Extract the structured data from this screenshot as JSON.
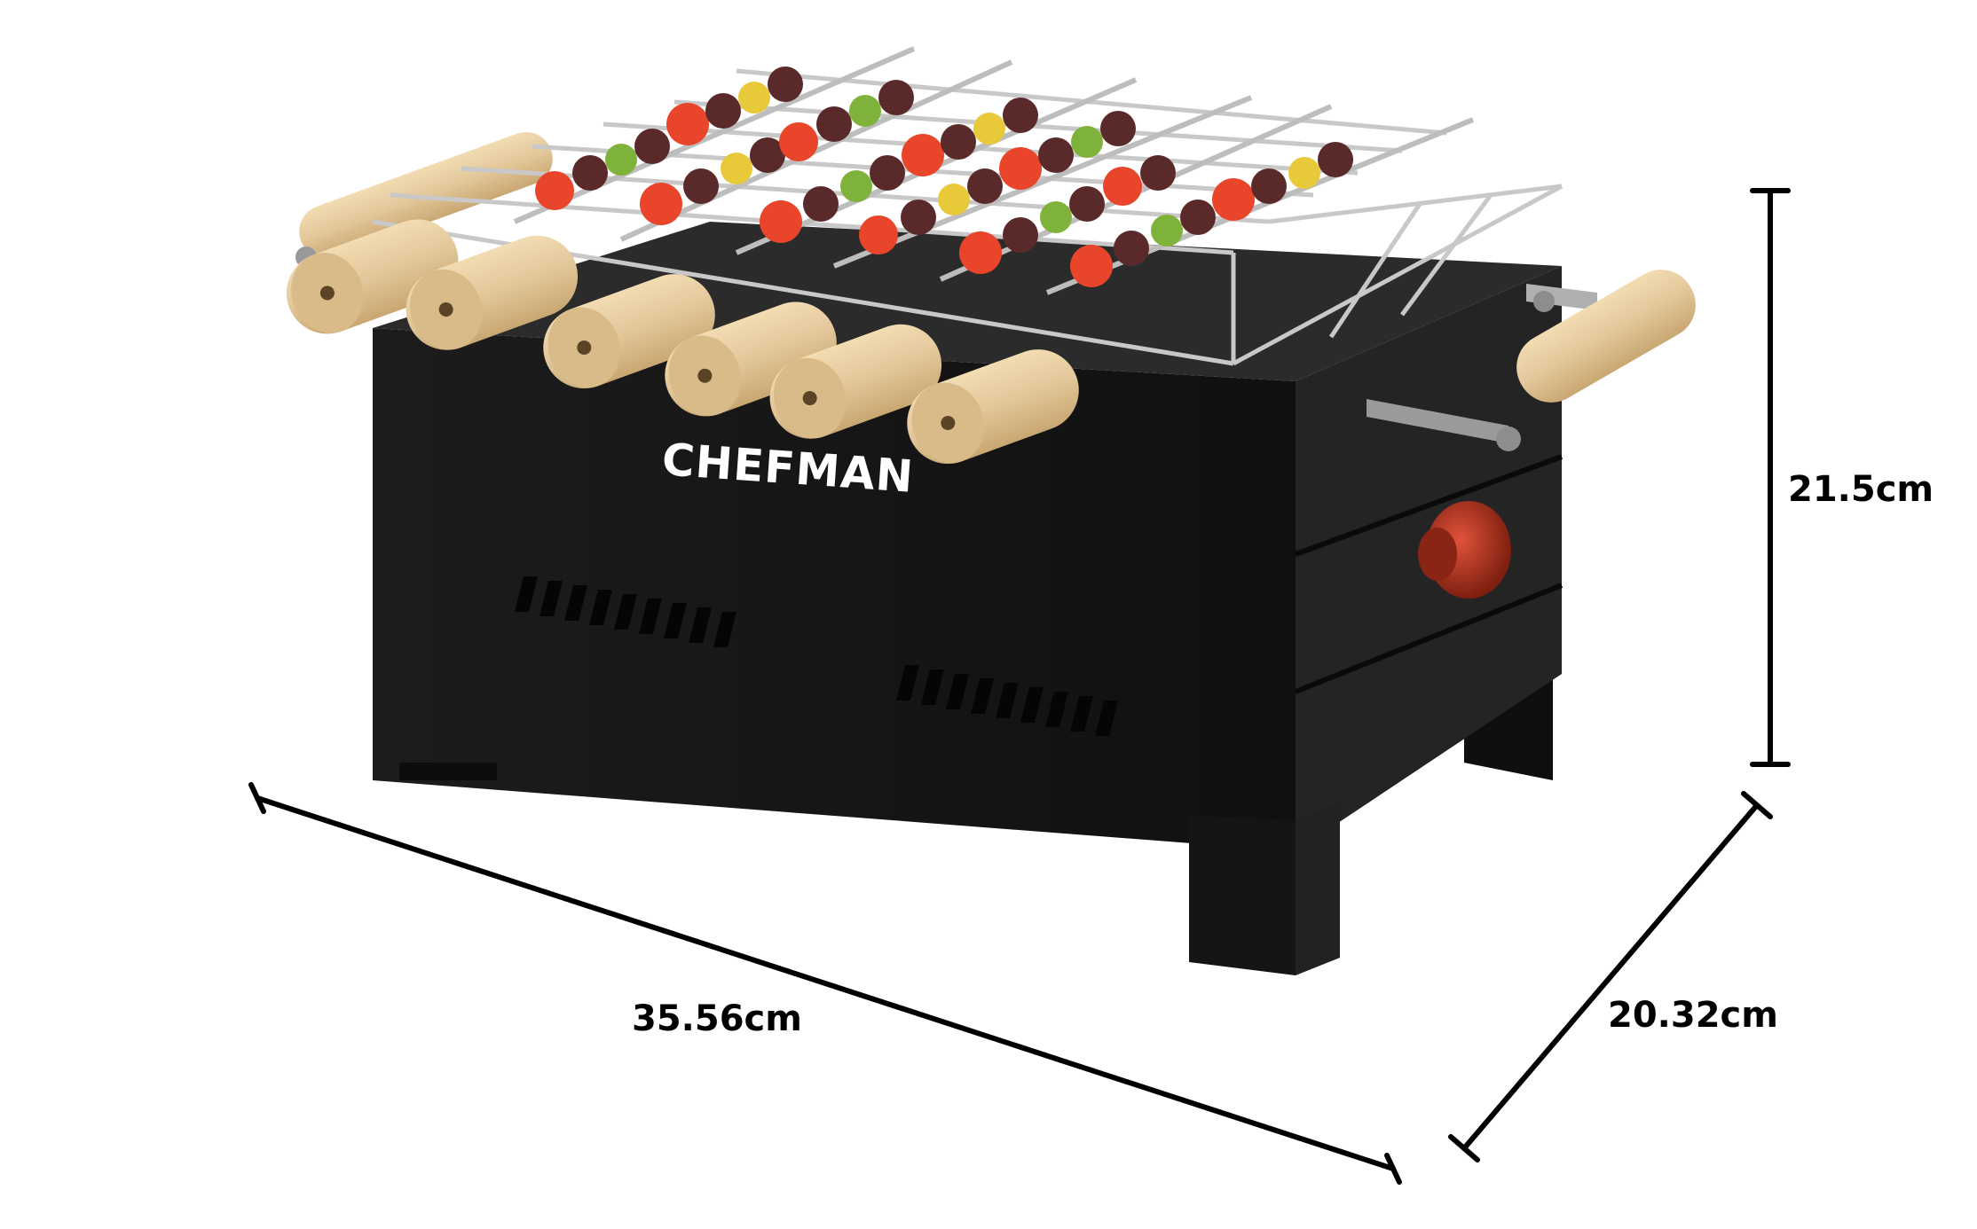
{
  "product": {
    "brand_text": "CHEFMAN"
  },
  "dimensions": {
    "height_label": "21.5cm",
    "length_label": "35.56cm",
    "depth_label": "20.32cm"
  },
  "colors": {
    "body": "#1a1a1a",
    "wood": "#e2c79a",
    "knob": "#b3311f",
    "dimension_line": "#000000"
  }
}
